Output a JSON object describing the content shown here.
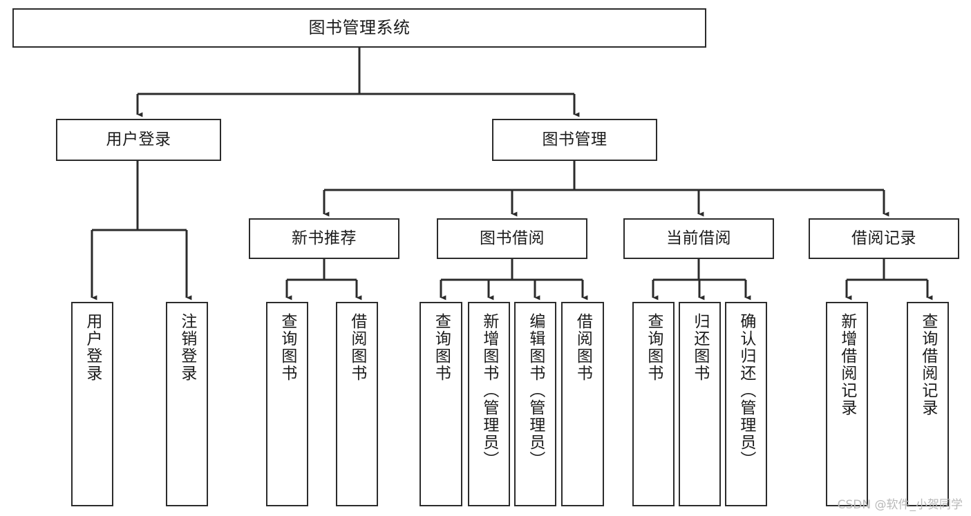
{
  "diagram": {
    "title": "图书管理系统",
    "type": "hierarchy-tree",
    "watermark": "CSDN @软件_小贺同学",
    "colors": {
      "stroke": "#2b2b2b",
      "fill": "#ffffff",
      "text": "#1b1b1b",
      "watermark": "#b9b9b9"
    },
    "root": {
      "id": "root",
      "label": "图书管理系统"
    },
    "level2": [
      {
        "id": "user-login",
        "label": "用户登录"
      },
      {
        "id": "book-manage",
        "label": "图书管理"
      }
    ],
    "level3": [
      {
        "id": "new-book-recommend",
        "label": "新书推荐"
      },
      {
        "id": "book-borrow",
        "label": "图书借阅"
      },
      {
        "id": "current-borrow",
        "label": "当前借阅"
      },
      {
        "id": "borrow-record",
        "label": "借阅记录"
      }
    ],
    "leaves": {
      "user_login": [
        {
          "id": "leaf-user-login",
          "label": "用户登录"
        },
        {
          "id": "leaf-logout",
          "label": "注销登录"
        }
      ],
      "new_book_recommend": [
        {
          "id": "leaf-query-book-1",
          "label": "查询图书"
        },
        {
          "id": "leaf-borrow-book-1",
          "label": "借阅图书"
        }
      ],
      "book_borrow": [
        {
          "id": "leaf-query-book-2",
          "label": "查询图书"
        },
        {
          "id": "leaf-add-book",
          "label": "新增图书（管理员）"
        },
        {
          "id": "leaf-edit-book",
          "label": "编辑图书（管理员）"
        },
        {
          "id": "leaf-borrow-book-2",
          "label": "借阅图书"
        }
      ],
      "current_borrow": [
        {
          "id": "leaf-query-book-3",
          "label": "查询图书"
        },
        {
          "id": "leaf-return-book",
          "label": "归还图书"
        },
        {
          "id": "leaf-confirm-return",
          "label": "确认归还（管理员）"
        }
      ],
      "borrow_record": [
        {
          "id": "leaf-add-record",
          "label": "新增借阅记录"
        },
        {
          "id": "leaf-query-record",
          "label": "查询借阅记录"
        }
      ]
    },
    "edges": [
      {
        "from": "root",
        "to": "user-login"
      },
      {
        "from": "root",
        "to": "book-manage"
      },
      {
        "from": "user-login",
        "to": "leaf-user-login"
      },
      {
        "from": "user-login",
        "to": "leaf-logout"
      },
      {
        "from": "book-manage",
        "to": "new-book-recommend"
      },
      {
        "from": "book-manage",
        "to": "book-borrow"
      },
      {
        "from": "book-manage",
        "to": "current-borrow"
      },
      {
        "from": "book-manage",
        "to": "borrow-record"
      },
      {
        "from": "new-book-recommend",
        "to": "leaf-query-book-1"
      },
      {
        "from": "new-book-recommend",
        "to": "leaf-borrow-book-1"
      },
      {
        "from": "book-borrow",
        "to": "leaf-query-book-2"
      },
      {
        "from": "book-borrow",
        "to": "leaf-add-book"
      },
      {
        "from": "book-borrow",
        "to": "leaf-edit-book"
      },
      {
        "from": "book-borrow",
        "to": "leaf-borrow-book-2"
      },
      {
        "from": "current-borrow",
        "to": "leaf-query-book-3"
      },
      {
        "from": "current-borrow",
        "to": "leaf-return-book"
      },
      {
        "from": "current-borrow",
        "to": "leaf-confirm-return"
      },
      {
        "from": "borrow-record",
        "to": "leaf-add-record"
      },
      {
        "from": "borrow-record",
        "to": "leaf-query-record"
      }
    ]
  }
}
